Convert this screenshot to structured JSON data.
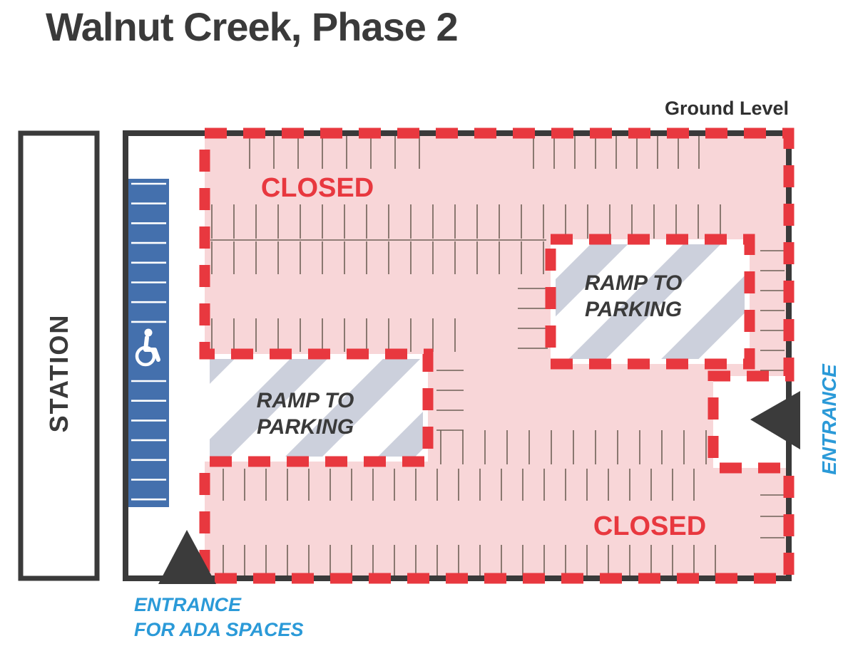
{
  "header": {
    "title": "Walnut Creek, Phase 2",
    "level_label": "Ground Level"
  },
  "station": {
    "label": "STATION"
  },
  "zones": {
    "closed_top": "CLOSED",
    "closed_bottom": "CLOSED"
  },
  "ramps": {
    "left": {
      "line1": "RAMP TO",
      "line2": "PARKING"
    },
    "right": {
      "line1": "RAMP TO",
      "line2": "PARKING"
    }
  },
  "entrances": {
    "right": {
      "label": "ENTRANCE"
    },
    "ada": {
      "line1": "ENTRANCE",
      "line2": "FOR ADA SPACES"
    }
  },
  "icons": {
    "wheelchair": "wheelchair-symbol",
    "entrance_arrow_right": "triangle-arrow-left",
    "entrance_arrow_ada": "triangle-arrow-up"
  },
  "colors": {
    "closed_fill": "#f8d6d8",
    "closed_border": "#e8383f",
    "closed_text": "#e8383f",
    "ada_space_blue": "#4470ad",
    "entrance_label_blue": "#2b9ad8",
    "wall_dark": "#3a3a3a",
    "ramp_stripe_gray": "#ccd0dc",
    "parking_tick": "#6e6057"
  }
}
